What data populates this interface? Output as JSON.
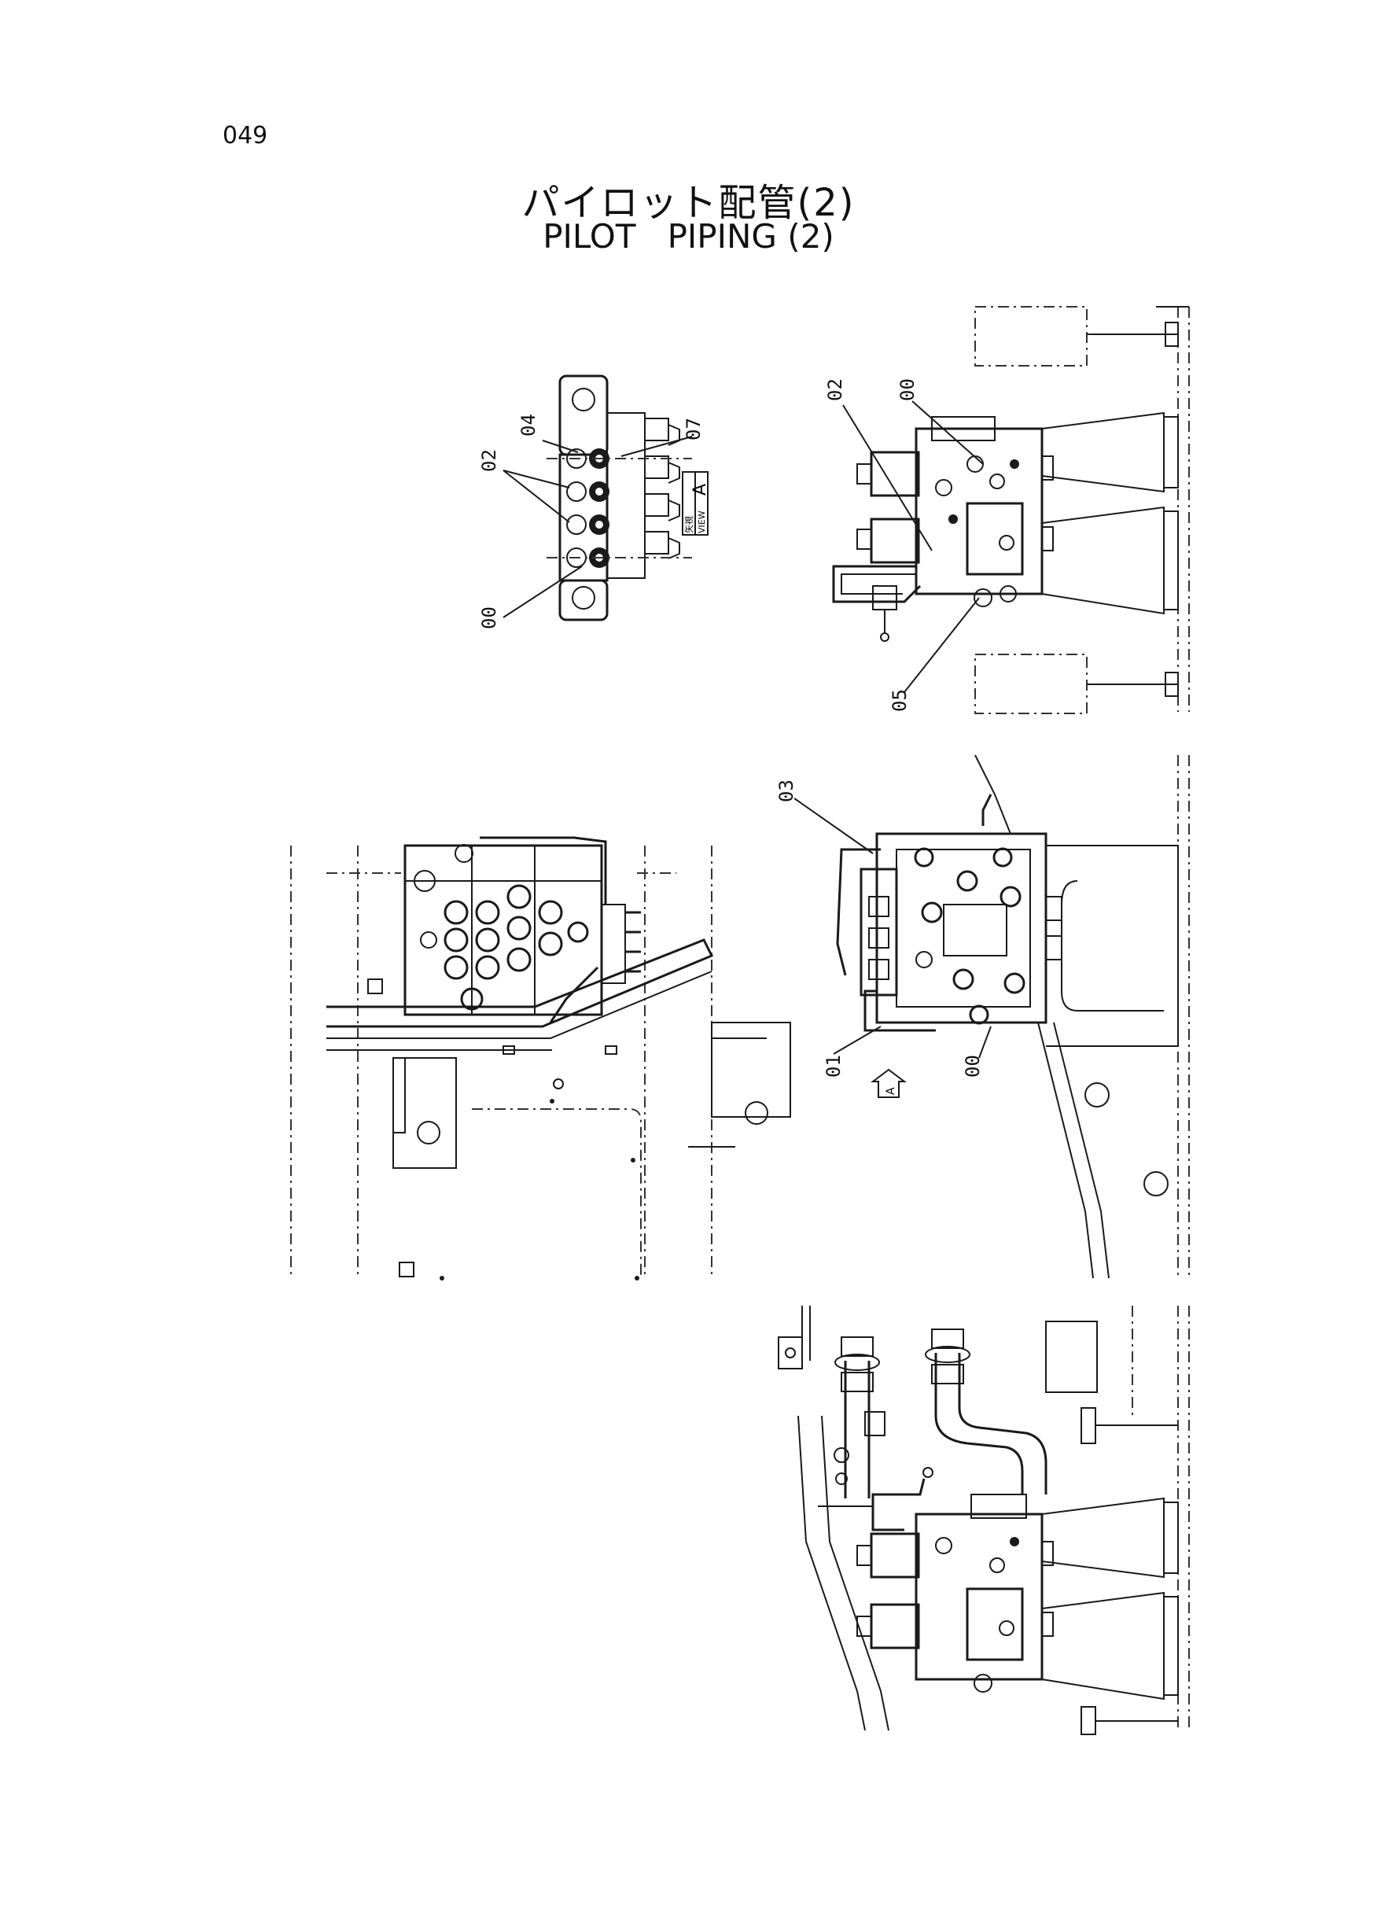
{
  "page": {
    "number": "049"
  },
  "title": {
    "japanese": "パイロット配管(2)",
    "english": "PILOT   PIPING (2)"
  },
  "view_label": {
    "text": "A",
    "sub1": "矢視",
    "sub2": "VIEW"
  },
  "callouts": {
    "v1_04": "04",
    "v1_07": "07",
    "v1_02": "02",
    "v1_00": "00",
    "v2_02": "02",
    "v2_00": "00",
    "v2_05": "05",
    "v3_03": "03",
    "v3_01": "01",
    "v3_00": "00",
    "arrow_a": "A"
  }
}
